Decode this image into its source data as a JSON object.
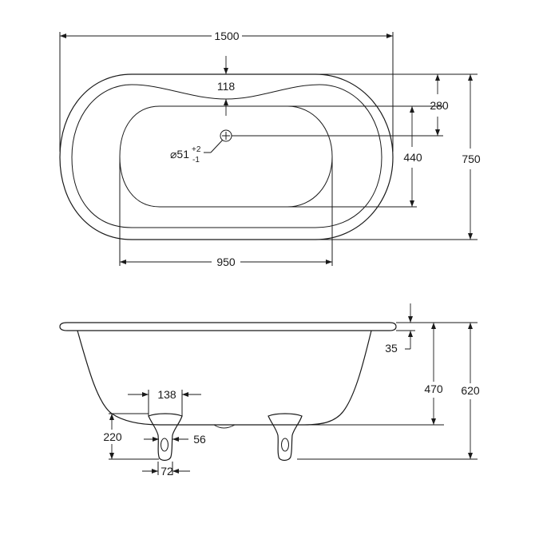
{
  "top_view": {
    "overall_length": "1500",
    "rim_width_at_center": "118",
    "inner_width_step": "280",
    "inner_basin_width": "440",
    "overall_width": "750",
    "inner_basin_length": "950",
    "drain_diameter": "⌀51",
    "drain_tol_upper": "+2",
    "drain_tol_lower": "-1"
  },
  "side_view": {
    "rim_thickness": "35",
    "depth_to_base": "470",
    "overall_height": "620",
    "foot_spacing": "138",
    "foot_height": "220",
    "foot_width": "56",
    "foot_base": "72"
  },
  "colors": {
    "line": "#1a1a1a",
    "background": "#ffffff"
  }
}
